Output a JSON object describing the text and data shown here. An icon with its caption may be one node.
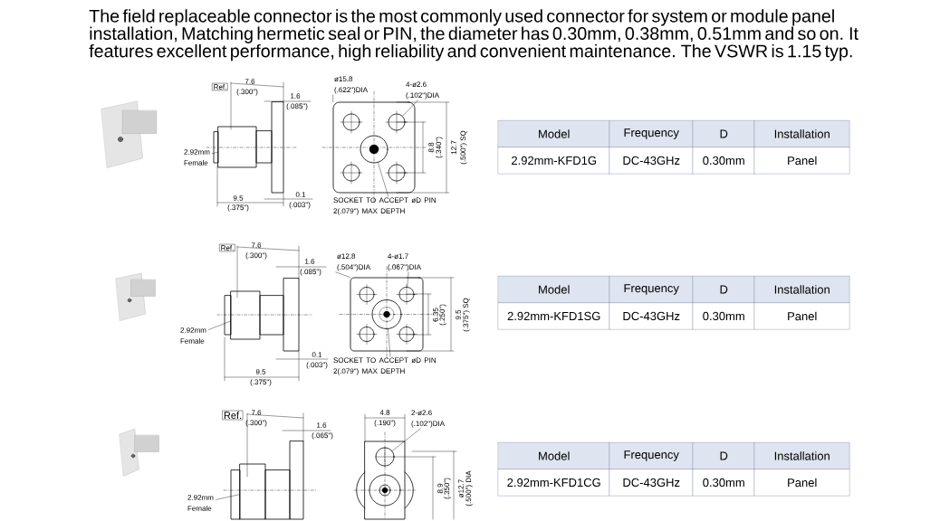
{
  "diagram": {
    "nodes": [
      {
        "text": [],
        "shape": "box"
      },
      {
        "text": [
          "2.92mm Female"
        ]
      },
      {
        "text": [
          "ø15.8 (.622\")DIA"
        ]
      },
      {
        "text": [
          "4-ø2.6 (.102\")DIA"
        ]
      },
      {
        "text": [],
        "shape": "box"
      },
      {
        "text": [],
        "shape": "circle",
        "in": 4
      },
      {
        "text": [],
        "shape": "circle",
        "in": 4
      },
      {
        "text": [
          "SOCKET TO ACCEPT øD PIN 2(.079\") MAX DEPTH"
        ]
      },
      {
        "text": [],
        "shape": "box"
      },
      {
        "text": [
          "2.92mm Female"
        ]
      },
      {
        "text": [
          "ø12.8 (.504\")DIA"
        ]
      },
      {
        "text": [
          "4-ø1.7 (.067\")DIA"
        ]
      },
      {
        "text": [],
        "shape": "box"
      },
      {
        "text": [],
        "shape": "circle",
        "in": 12
      },
      {
        "text": [],
        "shape": "circle",
        "in": 12
      },
      {
        "text": [
          "SOCKET TO ACCEPT øD PIN 2(.079\") MAX DEPTH"
        ]
      },
      {
        "text": [],
        "shape": "box"
      },
      {
        "text": [
          "2.92mm Female"
        ]
      },
      {
        "text": [
          "2-ø2.6 (.102\")DIA"
        ]
      },
      {
        "text": [],
        "shape": "box"
      },
      {
        "text": [],
        "shape": "circle",
        "in": 19
      }
    ],
    "edges": [
      {
        "from": 1,
        "to": 0,
        "arrow": "none"
      },
      {
        "from": 2,
        "to": 4,
        "arrow": "none"
      },
      {
        "from": 3,
        "to": 5,
        "arrow": "none"
      },
      {
        "from": 7,
        "to": 6,
        "arrow": "none"
      },
      {
        "from": 9,
        "to": 8,
        "arrow": "none"
      },
      {
        "from": 10,
        "to": 12,
        "arrow": "none"
      },
      {
        "from": 11,
        "to": 13,
        "arrow": "none"
      },
      {
        "from": 15,
        "to": 14,
        "arrow": "none"
      },
      {
        "from": 17,
        "to": 16,
        "arrow": "none"
      },
      {
        "from": 18,
        "to": 20,
        "arrow": "none"
      }
    ],
    "labels": [
      "The field replaceable connector is the most commonly used connector for system or module panel installation, Matching hermetic seal or PIN, the diameter has 0.30mm, 0.38mm, 0.51mm and so on. It features excellent performance, high reliability and convenient maintenance. The VSWR is 1.15 typ.",
      "Ref.",
      "7.6",
      "(.300\")",
      "1.6",
      "(.085\")",
      "9.5",
      "(.375\")",
      "0.1",
      "(.003\")",
      "8.8",
      "(.340\")",
      "12.7",
      "(.500\") SQ",
      "Model",
      "Frequency",
      "D",
      "Installation",
      "2.92mm-KFD1G",
      "DC-43GHz",
      "0.30mm",
      "Panel",
      "Ref.",
      "7.6",
      "(.300\")",
      "1.6",
      "(.085\")",
      "0.1",
      "(.003\")",
      "9.5",
      "(.375\")",
      "6.35",
      "(.250\")",
      "9.5",
      "(.375\") SQ",
      "Model",
      "Frequency",
      "D",
      "Installation",
      "2.92mm-KFD1SG",
      "DC-43GHz",
      "0.30mm",
      "Panel",
      "Ref.",
      "7.6",
      "(.300\")",
      "1.6",
      "(.065\")",
      "4.8",
      "(.190\")",
      "8.9",
      "(.350\")",
      "ø12.7",
      "(.500\") DIA",
      "Model",
      "Frequency",
      "D",
      "Installation",
      "2.92mm-KFD1CG",
      "DC-43GHz",
      "0.30mm",
      "Panel"
    ]
  }
}
